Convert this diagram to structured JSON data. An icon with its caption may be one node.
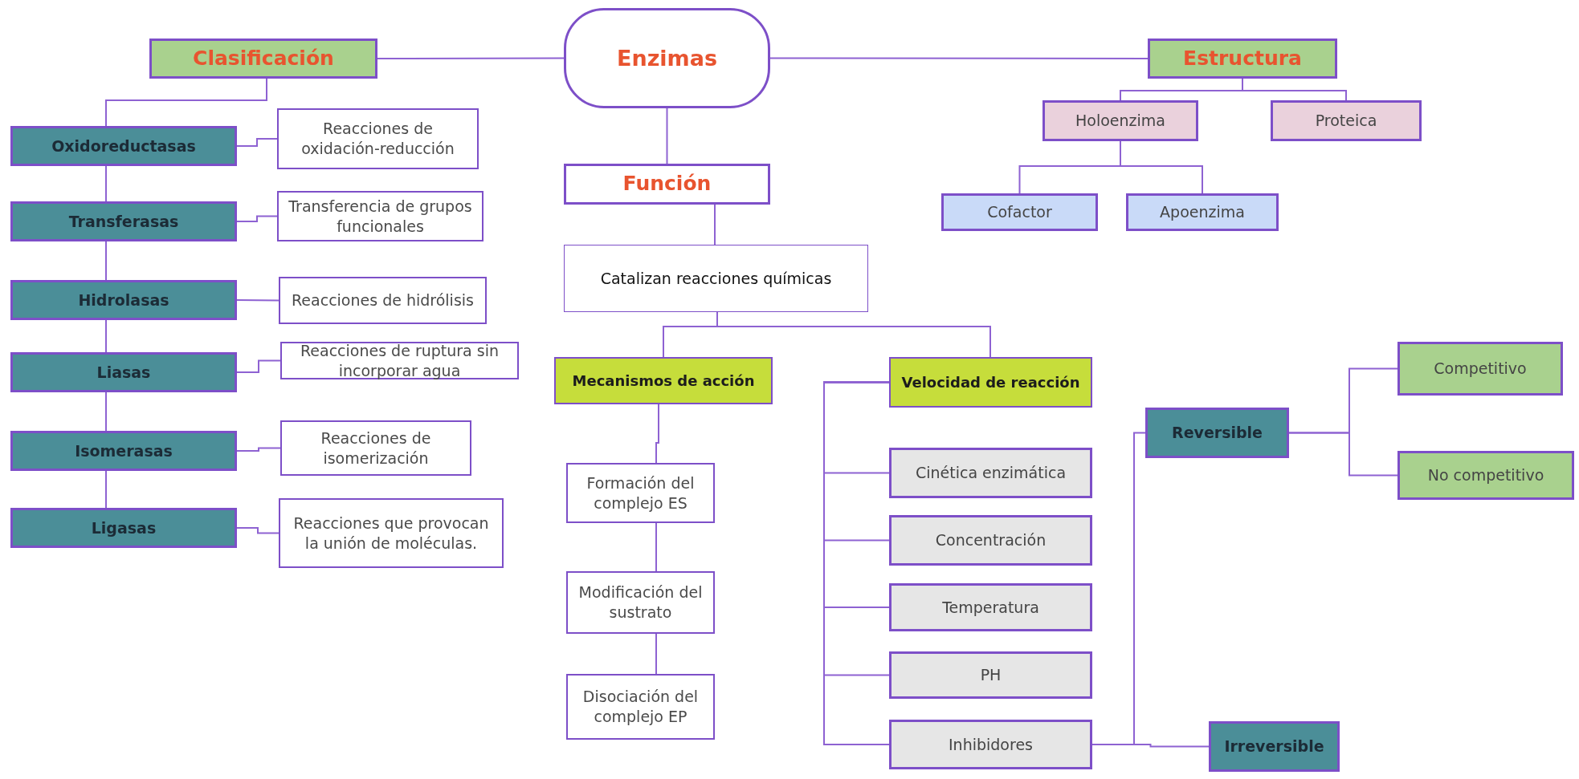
{
  "diagram": {
    "nodes": [
      {
        "text": [
          "Enzimas"
        ]
      },
      {
        "text": [
          "Clasificación"
        ]
      },
      {
        "text": [
          "Estructura"
        ]
      },
      {
        "text": [
          "Oxidoreductasas"
        ]
      },
      {
        "text": [
          "Reacciones de oxidación-reducción"
        ]
      },
      {
        "text": [
          "Transferasas"
        ]
      },
      {
        "text": [
          "Transferencia de grupos funcionales"
        ]
      },
      {
        "text": [
          "Hidrolasas"
        ]
      },
      {
        "text": [
          "Reacciones de hidrólisis"
        ]
      },
      {
        "text": [
          "Liasas"
        ]
      },
      {
        "text": [
          "Reacciones de ruptura sin incorporar agua"
        ]
      },
      {
        "text": [
          "Isomerasas"
        ]
      },
      {
        "text": [
          "Reacciones de isomerización"
        ]
      },
      {
        "text": [
          "Ligasas"
        ]
      },
      {
        "text": [
          "Reacciones que provocan la unión de moléculas."
        ]
      },
      {
        "text": [
          "Función"
        ]
      },
      {
        "text": [
          "Catalizan reacciones químicas"
        ]
      },
      {
        "text": [
          "Mecanismos de acción"
        ]
      },
      {
        "text": [
          "Formación del complejo ES"
        ]
      },
      {
        "text": [
          "Modificación del sustrato"
        ]
      },
      {
        "text": [
          "Disociación del complejo EP"
        ]
      },
      {
        "text": [
          "Velocidad de reacción"
        ]
      },
      {
        "text": [
          "Cinética enzimática"
        ]
      },
      {
        "text": [
          "Concentración"
        ]
      },
      {
        "text": [
          "Temperatura"
        ]
      },
      {
        "text": [
          "PH"
        ]
      },
      {
        "text": [
          "Inhibidores"
        ]
      },
      {
        "text": [
          "Reversible"
        ]
      },
      {
        "text": [
          "Irreversible"
        ]
      },
      {
        "text": [
          "Competitivo"
        ]
      },
      {
        "text": [
          "No competitivo"
        ]
      },
      {
        "text": [
          "Holoenzima"
        ]
      },
      {
        "text": [
          "Proteica"
        ]
      },
      {
        "text": [
          "Cofactor"
        ]
      },
      {
        "text": [
          "Apoenzima"
        ]
      }
    ],
    "edges": [
      {
        "from": 0,
        "to": 1,
        "arrow": "none"
      },
      {
        "from": 0,
        "to": 2,
        "arrow": "none"
      },
      {
        "from": 0,
        "to": 15,
        "arrow": "none"
      },
      {
        "from": 1,
        "to": 3,
        "arrow": "none"
      },
      {
        "from": 3,
        "to": 4,
        "arrow": "none"
      },
      {
        "from": 3,
        "to": 5,
        "arrow": "none"
      },
      {
        "from": 5,
        "to": 6,
        "arrow": "none"
      },
      {
        "from": 5,
        "to": 7,
        "arrow": "none"
      },
      {
        "from": 7,
        "to": 8,
        "arrow": "none"
      },
      {
        "from": 7,
        "to": 9,
        "arrow": "none"
      },
      {
        "from": 9,
        "to": 10,
        "arrow": "none"
      },
      {
        "from": 9,
        "to": 11,
        "arrow": "none"
      },
      {
        "from": 11,
        "to": 12,
        "arrow": "none"
      },
      {
        "from": 11,
        "to": 13,
        "arrow": "none"
      },
      {
        "from": 13,
        "to": 14,
        "arrow": "none"
      },
      {
        "from": 2,
        "to": 31,
        "arrow": "none"
      },
      {
        "from": 2,
        "to": 32,
        "arrow": "none"
      },
      {
        "from": 31,
        "to": 33,
        "arrow": "none"
      },
      {
        "from": 31,
        "to": 34,
        "arrow": "none"
      },
      {
        "from": 15,
        "to": 16,
        "arrow": "none"
      },
      {
        "from": 16,
        "to": 17,
        "arrow": "none"
      },
      {
        "from": 16,
        "to": 21,
        "arrow": "none"
      },
      {
        "from": 17,
        "to": 18,
        "arrow": "none"
      },
      {
        "from": 18,
        "to": 19,
        "arrow": "none"
      },
      {
        "from": 19,
        "to": 20,
        "arrow": "none"
      },
      {
        "from": 21,
        "to": 22,
        "arrow": "none"
      },
      {
        "from": 21,
        "to": 23,
        "arrow": "none"
      },
      {
        "from": 21,
        "to": 24,
        "arrow": "none"
      },
      {
        "from": 21,
        "to": 25,
        "arrow": "none"
      },
      {
        "from": 21,
        "to": 26,
        "arrow": "none"
      },
      {
        "from": 26,
        "to": 27,
        "arrow": "none"
      },
      {
        "from": 26,
        "to": 28,
        "arrow": "none"
      },
      {
        "from": 27,
        "to": 29,
        "arrow": "none"
      },
      {
        "from": 27,
        "to": 30,
        "arrow": "none"
      }
    ]
  }
}
